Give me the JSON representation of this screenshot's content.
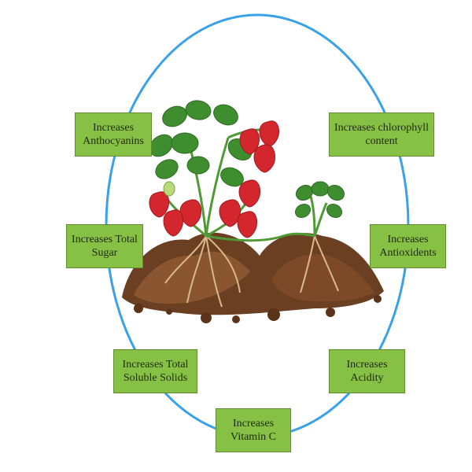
{
  "labels": {
    "anthocyanins": "Increases\nAnthocyanins",
    "chlorophyll": "Increases chlorophyll\ncontent",
    "total_sugar": "Increases Total\nSugar",
    "antioxidents": "Increases\nAntioxidents",
    "total_soluble_solids": "Increases Total\nSoluble Solids",
    "acidity": "Increases\nAcidity",
    "vitamin_c": "Increases\nVitamin C"
  },
  "colors": {
    "ring": "#3aa0e8",
    "box_fill": "#86c044",
    "soil": "#6b3f22",
    "leaf": "#3e8e2f",
    "berry": "#d3262d"
  },
  "illustration": "strawberry-plant-in-soil"
}
